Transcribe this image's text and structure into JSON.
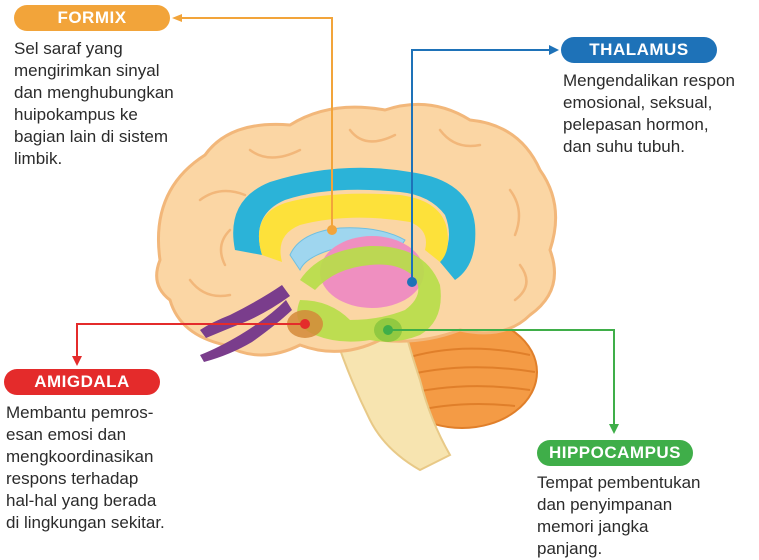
{
  "labels": {
    "formix": {
      "title": "FORMIX",
      "text": "Sel saraf yang\nmengirimkan sinyal\ndan menghubungkan\nhuipokampus ke\nbagian lain di sistem\nlimbik.",
      "color": "#f2a43a"
    },
    "thalamus": {
      "title": "THALAMUS",
      "text": "Mengendalikan respon\nemosional, seksual,\npelepasan hormon,\ndan suhu tubuh.",
      "color": "#1e72b8"
    },
    "amigdala": {
      "title": "AMIGDALA",
      "text": "Membantu pemros-\nesan emosi dan\nmengkoordinasikan\nrespons terhadap\nhal-hal yang berada\ndi lingkungan sekitar.",
      "color": "#e42b2b"
    },
    "hippocampus": {
      "title": "HIPPOCAMPUS",
      "text": "Tempat pembentukan\ndan penyimpanan\nmemori jangka\npanjang.",
      "color": "#3fae49"
    }
  },
  "brain_colors": {
    "cortex": "#fbd6a4",
    "cortex_outline": "#f2b77a",
    "cingulate": "#2bb3d8",
    "corpus_callosum": "#fde13a",
    "fornix": "#f6c58a",
    "thalamus": "#ef8fc0",
    "hippocampus": "#b7dd4a",
    "cerebellum": "#f49b45",
    "brainstem": "#f7e4b0",
    "olfactory": "#7a3d8c"
  }
}
